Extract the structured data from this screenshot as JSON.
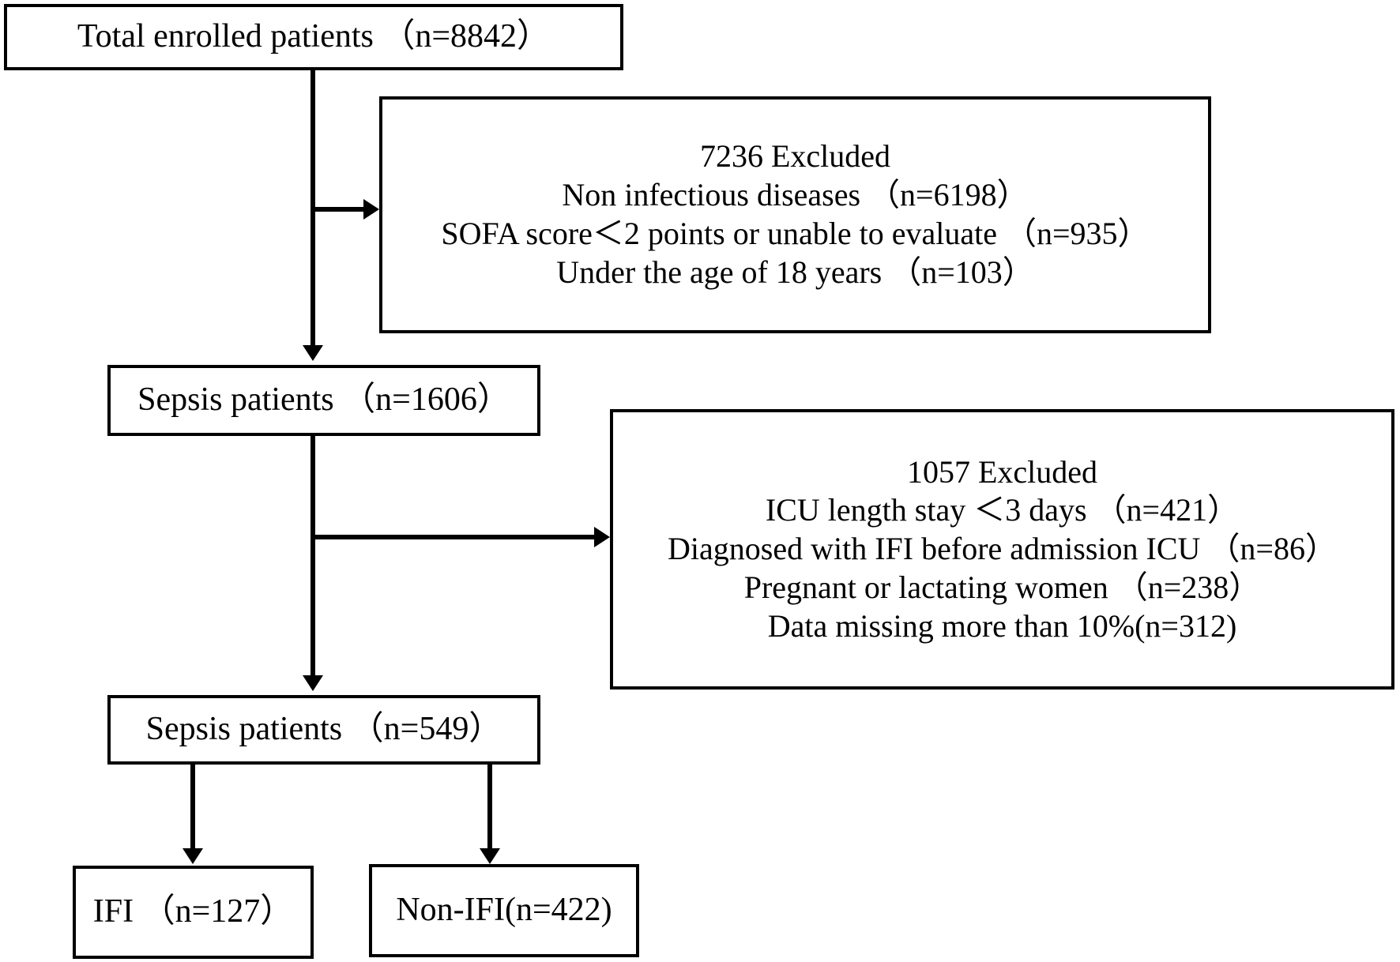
{
  "chart_data": {
    "type": "diagram",
    "title": "Patient enrollment and exclusion flow diagram",
    "nodes": [
      {
        "id": "total",
        "label": "Total enrolled patients （n=8842）",
        "value": 8842
      },
      {
        "id": "excl1",
        "label": "7236 Excluded",
        "value": 7236
      },
      {
        "id": "sepsis1",
        "label": "Sepsis patients （n=1606）",
        "value": 1606
      },
      {
        "id": "excl2",
        "label": "1057 Excluded",
        "value": 1057
      },
      {
        "id": "sepsis2",
        "label": "Sepsis patients （n=549）",
        "value": 549
      },
      {
        "id": "ifi",
        "label": "IFI （n=127）",
        "value": 127
      },
      {
        "id": "nonifi",
        "label": "Non-IFI(n=422)",
        "value": 422
      }
    ],
    "edges": [
      {
        "from": "total",
        "to": "excl1"
      },
      {
        "from": "total",
        "to": "sepsis1"
      },
      {
        "from": "sepsis1",
        "to": "excl2"
      },
      {
        "from": "sepsis1",
        "to": "sepsis2"
      },
      {
        "from": "sepsis2",
        "to": "ifi"
      },
      {
        "from": "sepsis2",
        "to": "nonifi"
      }
    ]
  },
  "diagram": {
    "total_box": {
      "line1": "Total enrolled patients （n=8842）"
    },
    "exclusion_box_1": {
      "line1": "7236 Excluded",
      "line2": "Non infectious diseases （n=6198）",
      "line3": "SOFA  score＜2 points or unable to evaluate （n=935）",
      "line4": "Under the age of 18 years （n=103）"
    },
    "sepsis_box_1": {
      "line1": "Sepsis patients （n=1606）"
    },
    "exclusion_box_2": {
      "line1": "1057 Excluded",
      "line2": "ICU length stay ＜3 days （n=421）",
      "line3": "Diagnosed with IFI before admission ICU  （n=86）",
      "line4": "Pregnant or lactating women （n=238）",
      "line5": "Data missing more than 10%(n=312)"
    },
    "sepsis_box_2": {
      "line1": "Sepsis patients （n=549）"
    },
    "ifi_box": {
      "line1": "IFI （n=127）"
    },
    "non_ifi_box": {
      "line1": "Non-IFI(n=422)"
    }
  }
}
